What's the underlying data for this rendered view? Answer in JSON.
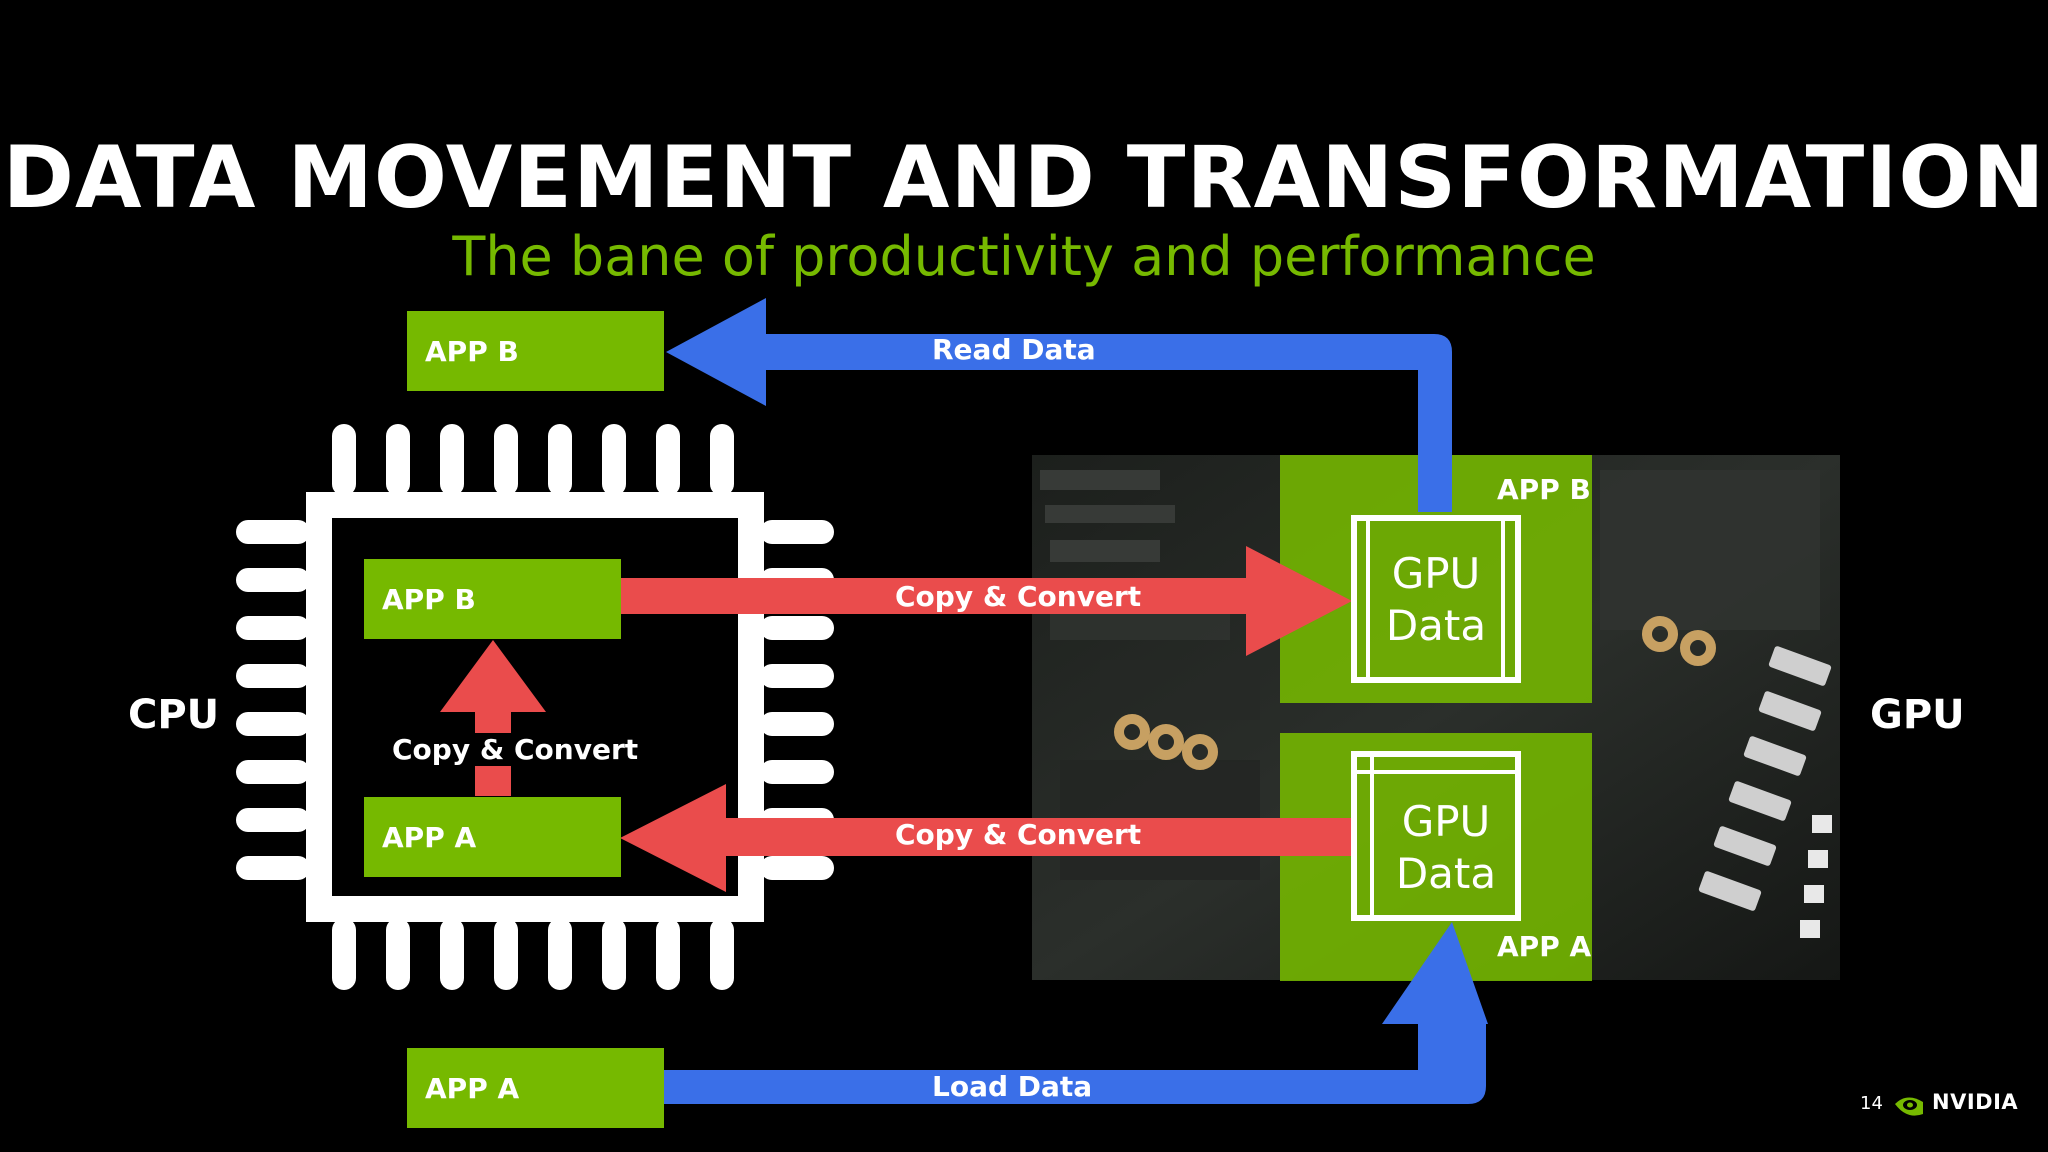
{
  "title": "DATA MOVEMENT AND TRANSFORMATION",
  "subtitle": "The bane of productivity and performance",
  "labels": {
    "cpu": "CPU",
    "gpu": "GPU"
  },
  "boxes": {
    "app_b_top": "APP B",
    "app_a_bottom": "APP A",
    "cpu_app_b": "APP B",
    "cpu_app_a": "APP A",
    "gpu_app_b": "APP B",
    "gpu_app_a": "APP A"
  },
  "gpu_data": {
    "top": [
      "GPU",
      "Data"
    ],
    "bottom": [
      "GPU",
      "Data"
    ]
  },
  "arrows": {
    "read": "Read Data",
    "load": "Load Data",
    "copy_convert_to_gpu": "Copy & Convert",
    "copy_convert_from_gpu": "Copy & Convert",
    "copy_convert_cpu": "Copy & Convert"
  },
  "colors": {
    "green": "#76b900",
    "blue": "#3a6fe8",
    "red": "#ea4c4c",
    "white": "#ffffff",
    "background": "#000000"
  },
  "footer": {
    "page_number": "14",
    "brand": "NVIDIA"
  }
}
